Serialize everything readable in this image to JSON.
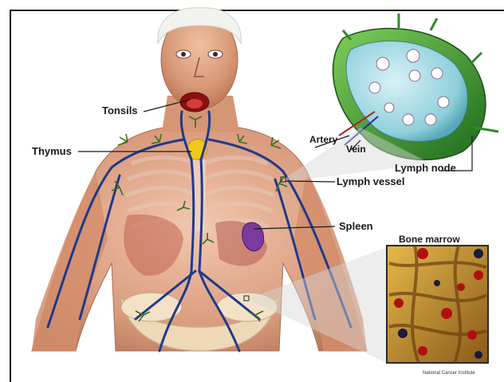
{
  "labels": {
    "tonsils": "Tonsils",
    "thymus": "Thymus",
    "spleen": "Spleen",
    "lymph_vessel": "Lymph vessel",
    "lymph_node": "Lymph node",
    "artery": "Artery",
    "vein": "Vein",
    "bone_marrow": "Bone marrow"
  },
  "credit": "National Cancer Institute",
  "colors": {
    "skin": "#d89a78",
    "skin_shadow": "#b8704e",
    "vessel_blue": "#1f3a8a",
    "lymph_green": "#3d6b1f",
    "thymus_yellow": "#f2c81d",
    "spleen_purple": "#7a3a9e",
    "node_cyan": "#a9dde6",
    "node_green": "#2f8a2a",
    "marrow_gold": "#c8962a",
    "marrow_red": "#b01010"
  }
}
